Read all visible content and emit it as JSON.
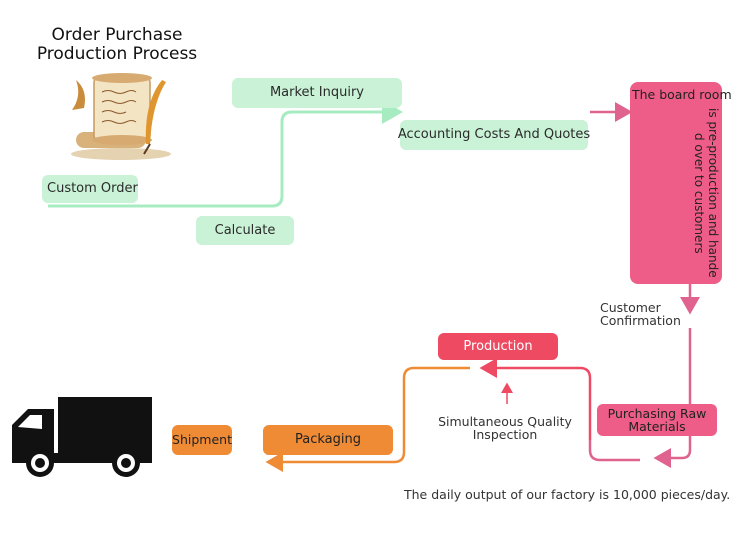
{
  "title": {
    "line1": "Order Purchase",
    "line2": "Production Process"
  },
  "nodes": {
    "custom_order": "Custom Order",
    "calculate": "Calculate",
    "market_inquiry": "Market Inquiry",
    "accounting": "Accounting Costs And Quotes",
    "board_room_line1": "The board room",
    "board_room_rest": "is pre-production and handed over to customers",
    "purchasing_line1": "Purchasing Raw",
    "purchasing_line2": "Materials",
    "production": "Production",
    "packaging": "Packaging",
    "shipment": "Shipment"
  },
  "labels": {
    "customer_confirmation_line1": "Customer",
    "customer_confirmation_line2": "Confirmation",
    "quality_line1": "Simultaneous Quality",
    "quality_line2": "Inspection",
    "daily_output": "The daily output of our factory is 10,000 pieces/day."
  },
  "colors": {
    "green_stage": "#c9f2d6",
    "pink_stage": "#ee5d88",
    "red_stage": "#ee4b63",
    "orange_stage": "#ef8a35"
  },
  "icons": [
    "scroll-quill-icon",
    "delivery-truck-icon",
    "arrow-up-icon"
  ]
}
